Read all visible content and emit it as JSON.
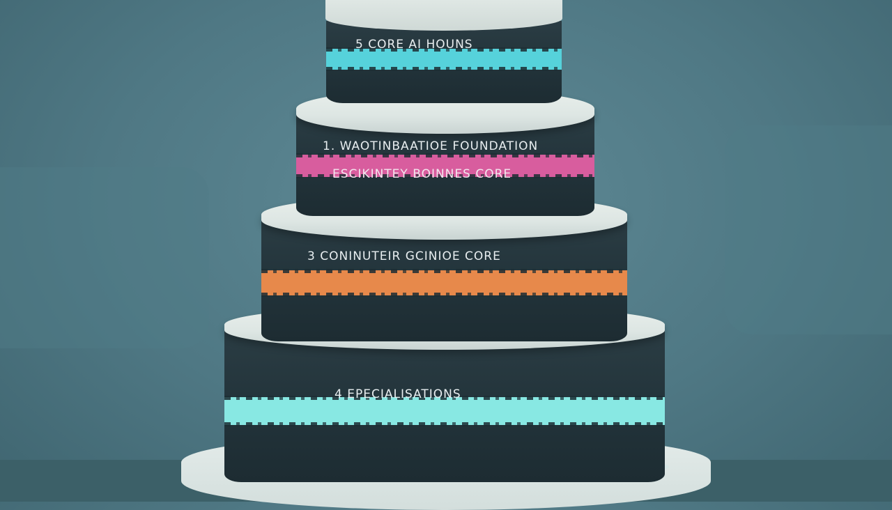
{
  "tiers": [
    {
      "label": "5  CORE AI HOUNS",
      "stripe_color": "#5fd0d8"
    },
    {
      "label": "1.  WAOTINBAATIOE FOUNDATION",
      "label2": "ESCIKINTEY BOINNES CORE",
      "stripe_color": "#d0609b"
    },
    {
      "label": "3  CONINUTEIR GCINIOE CORE",
      "stripe_color": "#e08a52"
    },
    {
      "label": "4  EPECIALISATIONS",
      "stripe_color": "#8fe6e2"
    }
  ],
  "colors": {
    "background": "#4f7884",
    "tier_band": "#22333a",
    "rim": "#e3eae8",
    "glow": "#6eebf0"
  }
}
